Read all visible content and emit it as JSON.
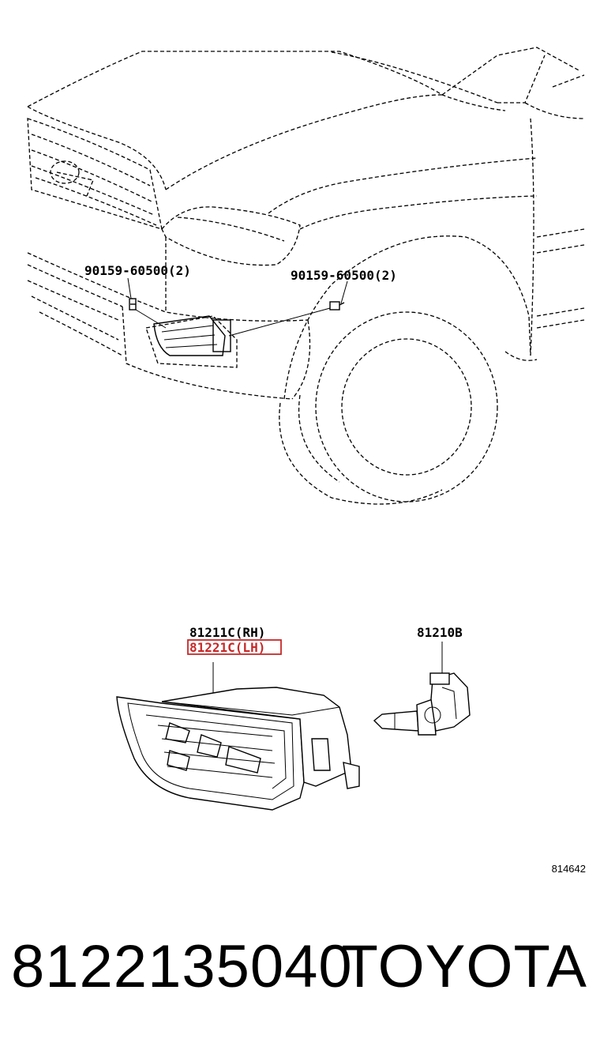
{
  "callouts": {
    "bolt_left": "90159-60500(2)",
    "bolt_right": "90159-60500(2)",
    "lamp_rh": "81211C(RH)",
    "lamp_lh": "81221C(LH)",
    "bulb": "81210B"
  },
  "diagram_ref": "814642",
  "footer": {
    "part_number": "8122135040",
    "brand": "TOYOTA"
  },
  "highlight_color": "#c62828"
}
